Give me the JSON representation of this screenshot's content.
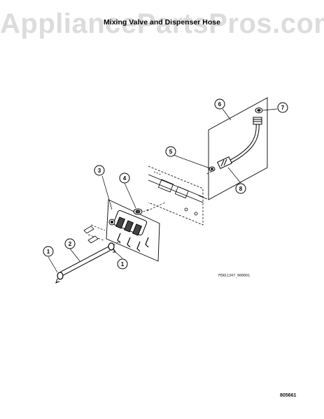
{
  "watermark": "AppliancePartsPros.com",
  "title": "Mixing Valve and Dispenser Hose",
  "callouts": [
    "1",
    "2",
    "3",
    "4",
    "5",
    "6",
    "7",
    "8",
    "1"
  ],
  "reference_code": "FEW11347_000001",
  "page_number": "805661"
}
